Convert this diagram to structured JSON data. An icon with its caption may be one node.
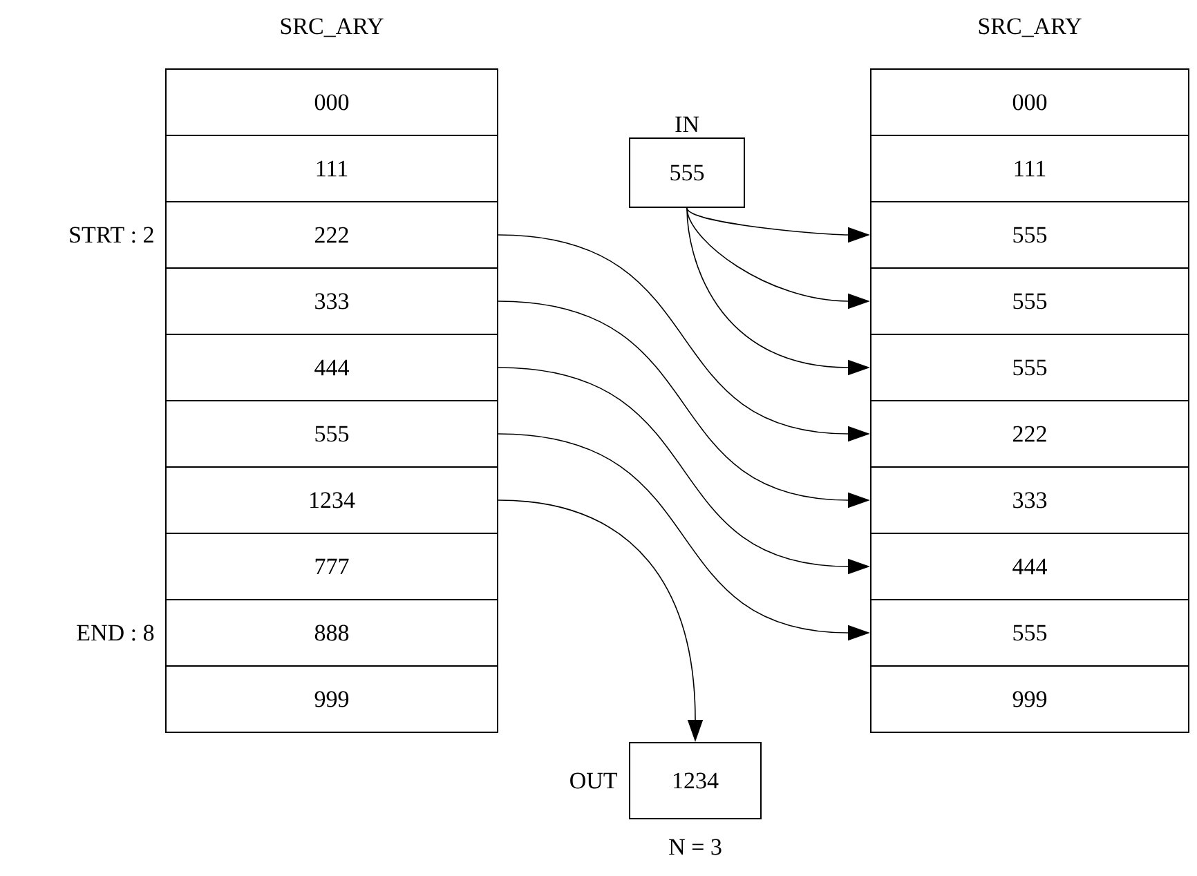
{
  "diagram": {
    "nodes": [
      {
        "text": [
          "000"
        ]
      },
      {
        "text": [
          "111"
        ]
      },
      {
        "text": [
          "222"
        ],
        "beside": [
          "STRT : 2"
        ]
      },
      {
        "text": [
          "333"
        ]
      },
      {
        "text": [
          "444"
        ]
      },
      {
        "text": [
          "555"
        ]
      },
      {
        "text": [
          "1234"
        ]
      },
      {
        "text": [
          "777"
        ]
      },
      {
        "text": [
          "888"
        ],
        "beside": [
          "END : 8"
        ]
      },
      {
        "text": [
          "999"
        ]
      },
      {
        "text": [
          "555"
        ],
        "beside": [
          "IN"
        ]
      },
      {
        "text": [
          "1234"
        ],
        "beside": [
          "OUT"
        ]
      },
      {
        "text": [
          "000"
        ]
      },
      {
        "text": [
          "111"
        ]
      },
      {
        "text": [
          "555"
        ]
      },
      {
        "text": [
          "555"
        ]
      },
      {
        "text": [
          "555"
        ]
      },
      {
        "text": [
          "222"
        ]
      },
      {
        "text": [
          "333"
        ]
      },
      {
        "text": [
          "444"
        ]
      },
      {
        "text": [
          "555"
        ]
      },
      {
        "text": [
          "999"
        ]
      }
    ],
    "edges": [
      {
        "from": 10,
        "to": 14,
        "arrow": "to"
      },
      {
        "from": 10,
        "to": 15,
        "arrow": "to"
      },
      {
        "from": 10,
        "to": 16,
        "arrow": "to"
      },
      {
        "from": 2,
        "to": 17,
        "arrow": "to"
      },
      {
        "from": 3,
        "to": 18,
        "arrow": "to"
      },
      {
        "from": 4,
        "to": 19,
        "arrow": "to"
      },
      {
        "from": 5,
        "to": 20,
        "arrow": "to"
      },
      {
        "from": 6,
        "to": 11,
        "arrow": "to"
      }
    ],
    "labels": [
      "SRC_ARY",
      "SRC_ARY",
      "N = 3"
    ]
  }
}
